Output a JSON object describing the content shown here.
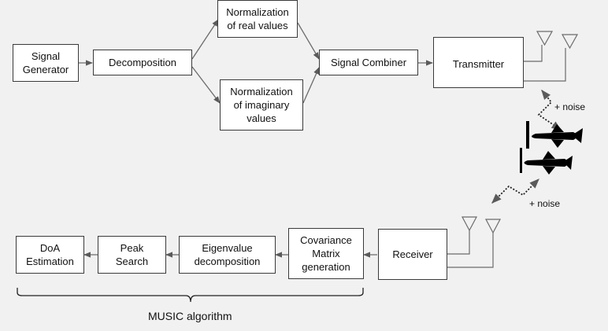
{
  "blocks": {
    "signal_generator": "Signal\nGenerator",
    "decomposition": "Decomposition",
    "norm_real": "Normalization\nof real values",
    "norm_imag": "Normalization\nof imaginary\nvalues",
    "signal_combiner": "Signal Combiner",
    "transmitter": "Transmitter",
    "receiver": "Receiver",
    "covariance": "Covariance\nMatrix\ngeneration",
    "eigenvalue": "Eigenvalue\ndecomposition",
    "peak_search": "Peak\nSearch",
    "doa": "DoA\nEstimation"
  },
  "labels": {
    "noise_top": "+ noise",
    "noise_bottom": "+ noise",
    "music": "MUSIC algorithm"
  },
  "icons": [
    "antenna-icon",
    "aircraft-icon"
  ],
  "colors": {
    "background": "#f1f1f1",
    "box_fill": "#ffffff",
    "line": "#6b6b6b",
    "aircraft": "#000000"
  }
}
